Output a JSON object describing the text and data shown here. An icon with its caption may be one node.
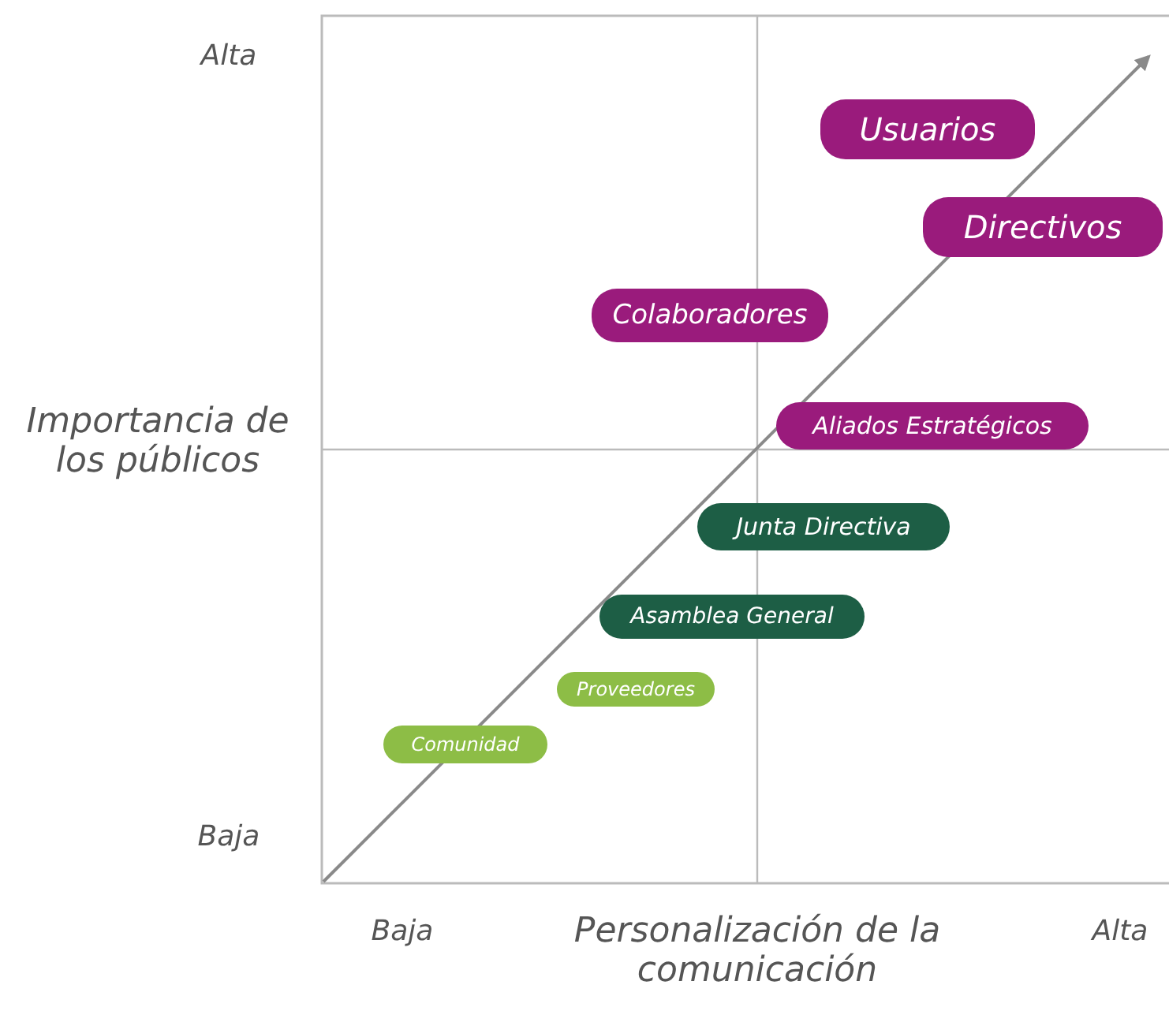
{
  "diagram": {
    "nodes": [
      {
        "text": [
          "Usuarios"
        ]
      },
      {
        "text": [
          "Directivos"
        ]
      },
      {
        "text": [
          "Colaboradores"
        ]
      },
      {
        "text": [
          "Aliados Estratégicos"
        ]
      },
      {
        "text": [
          "Junta Directiva"
        ]
      },
      {
        "text": [
          "Asamblea General"
        ]
      },
      {
        "text": [
          "Proveedores"
        ]
      },
      {
        "text": [
          "Comunidad"
        ]
      }
    ],
    "edges": [],
    "labels": [
      "Alta",
      "Importancia de los públicos",
      "Baja",
      "Baja",
      "Personalización de la comunicación",
      "Alta"
    ]
  }
}
